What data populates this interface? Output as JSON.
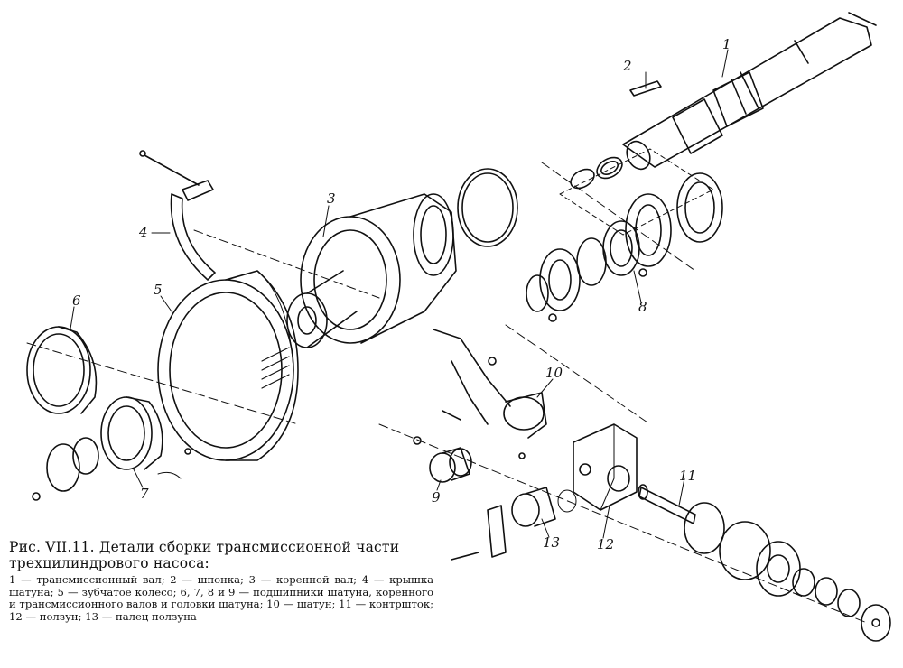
{
  "part_numbers": {
    "p1": "1",
    "p2": "2",
    "p3": "3",
    "p4": "4",
    "p5": "5",
    "p6": "6",
    "p7": "7",
    "p8": "8",
    "p9": "9",
    "p10": "10",
    "p11": "11",
    "p12": "12",
    "p13": "13"
  },
  "caption": {
    "title": "Рис. VII.11. Детали сборки трансмиссионной части трехцилиндрового насоса:",
    "legend": "1 — трансмиссионный вал; 2 — шпонка; 3 — коренной вал; 4 — крышка шатуна; 5 — зубчатое колесо; 6, 7, 8 и 9 — подшипники шатуна, коренного и трансмиссионного валов и головки шатуна; 10 — шатун; 11 — контршток; 12 — ползун; 13 — палец ползуна"
  }
}
